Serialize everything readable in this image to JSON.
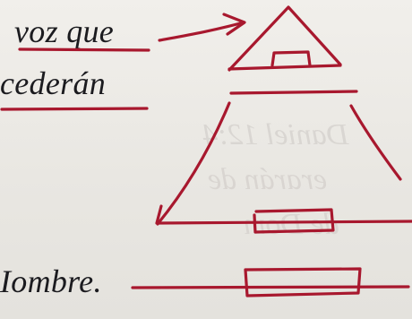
{
  "page": {
    "printed_lines": [
      "voz que",
      "cederán",
      "Iombre."
    ],
    "bleed_through": [
      "Daniel 12:4",
      "erarán de",
      "de Dom"
    ]
  },
  "colors": {
    "paper": "#ece9e4",
    "ink": "#a8182e",
    "print": "#1b1b1f"
  },
  "icons": [
    "small-pyramid-icon",
    "large-pyramid-icon",
    "arrow-icon"
  ]
}
